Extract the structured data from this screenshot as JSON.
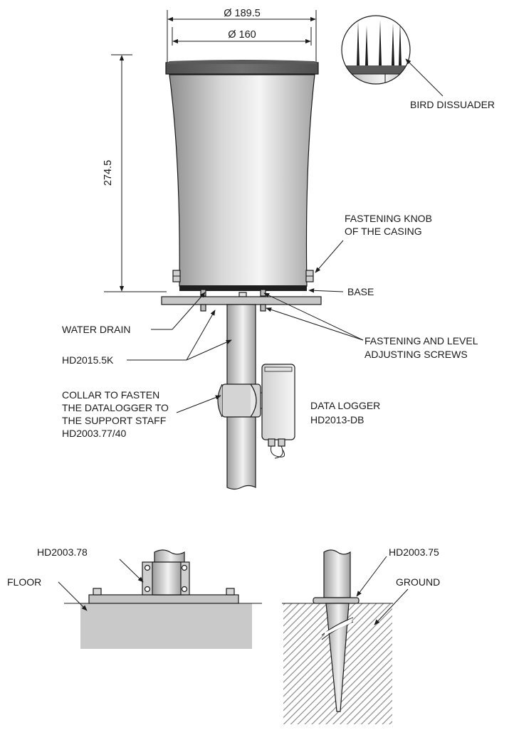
{
  "title": "",
  "dimensions": {
    "outer_diameter": "Ø 189.5",
    "inner_diameter": "Ø 160",
    "height": "274.5"
  },
  "labels": {
    "bird_dissuader": "BIRD DISSUADER",
    "fastening_knob": [
      "FASTENING KNOB",
      "OF THE CASING"
    ],
    "base": "BASE",
    "water_drain": "WATER DRAIN",
    "fastening_screws": [
      "FASTENING AND LEVEL",
      "ADJUSTING SCREWS"
    ],
    "support_model": "HD2015.5K",
    "collar": [
      "COLLAR TO FASTEN",
      "THE DATALOGGER TO",
      "THE SUPPORT STAFF",
      "HD2003.77/40"
    ],
    "data_logger": [
      "DATA LOGGER",
      "HD2013-DB"
    ],
    "floor_mount_model": "HD2003.78",
    "floor": "FLOOR",
    "ground_spike_model": "HD2003.75",
    "ground": "GROUND"
  },
  "colors": {
    "line": "#1a1a1a",
    "lid": "#5f5f5f",
    "casing_dark": "#9a9a9a",
    "casing_light": "#f4f4f4",
    "floor_block": "#c9c9c9",
    "ground_hatch": "#8a8a8a"
  }
}
